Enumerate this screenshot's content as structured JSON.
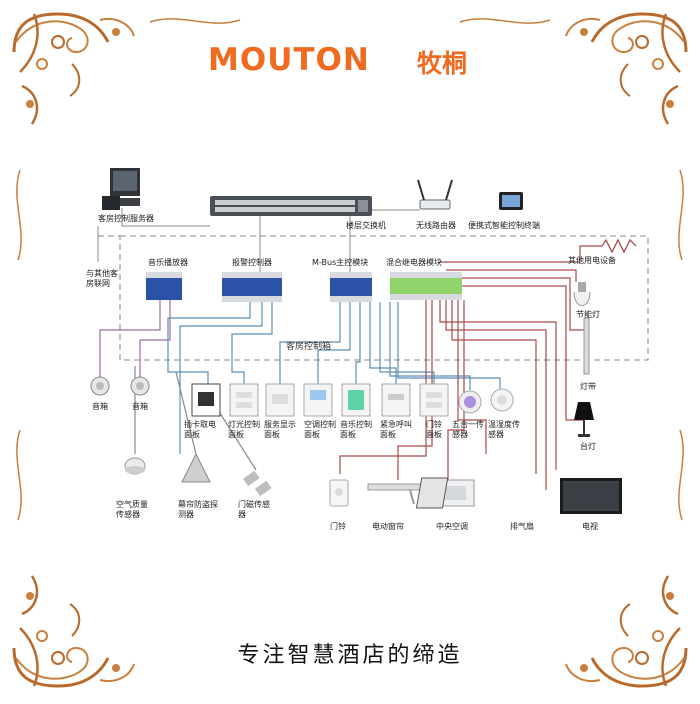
{
  "brand": {
    "logo_en": "MOUTON",
    "logo_cn": "牧桐",
    "color": "#ef6b1f"
  },
  "diagram": {
    "server": "客房控制服务器",
    "floor_switch": "楼层交换机",
    "router": "无线路由器",
    "portable_terminal": "便携式智能控制终端",
    "other_rooms": "与其他客\n房联网",
    "box_title": "客房控制箱",
    "music_player": "音乐播放器",
    "alarm_controller": "报警控制器",
    "mbus_module": "M-Bus主控模块",
    "relay_module": "混合继电器模块",
    "other_devices": "其他用电设备",
    "energy_lamp": "节能灯",
    "light_strip": "灯带",
    "table_lamp": "台灯",
    "speaker_1": "音箱",
    "speaker_2": "音箱",
    "panel_card": "插卡取电\n面板",
    "panel_light": "灯光控制\n面板",
    "panel_service": "服务显示\n面板",
    "panel_ac": "空调控制\n面板",
    "panel_music": "音乐控制\n面板",
    "panel_emergency": "紧急呼叫\n面板",
    "panel_doorbell": "门铃\n面板",
    "sensor_five": "五合一传\n感器",
    "sensor_temp": "温湿度传\n感器",
    "air_sensor": "空气质量\n传感器",
    "curtain_detector": "幕帘防盗探\n测器",
    "door_sensor": "门磁传感\n器",
    "doorbell": "门铃",
    "curtain_motor": "电动窗帘",
    "central_ac": "中央空调",
    "exhaust_fan": "排气扇",
    "tv": "电视"
  },
  "colors": {
    "ornament": "#b86a2c",
    "wire_red": "#a94a4a",
    "wire_blue": "#5d8fb6",
    "wire_purple": "#9a6fa0",
    "wire_gray": "#7d8c99",
    "module_blue": "#2a52a6",
    "module_green": "#8fd46b"
  },
  "slogan": "专注智慧酒店的缔造"
}
